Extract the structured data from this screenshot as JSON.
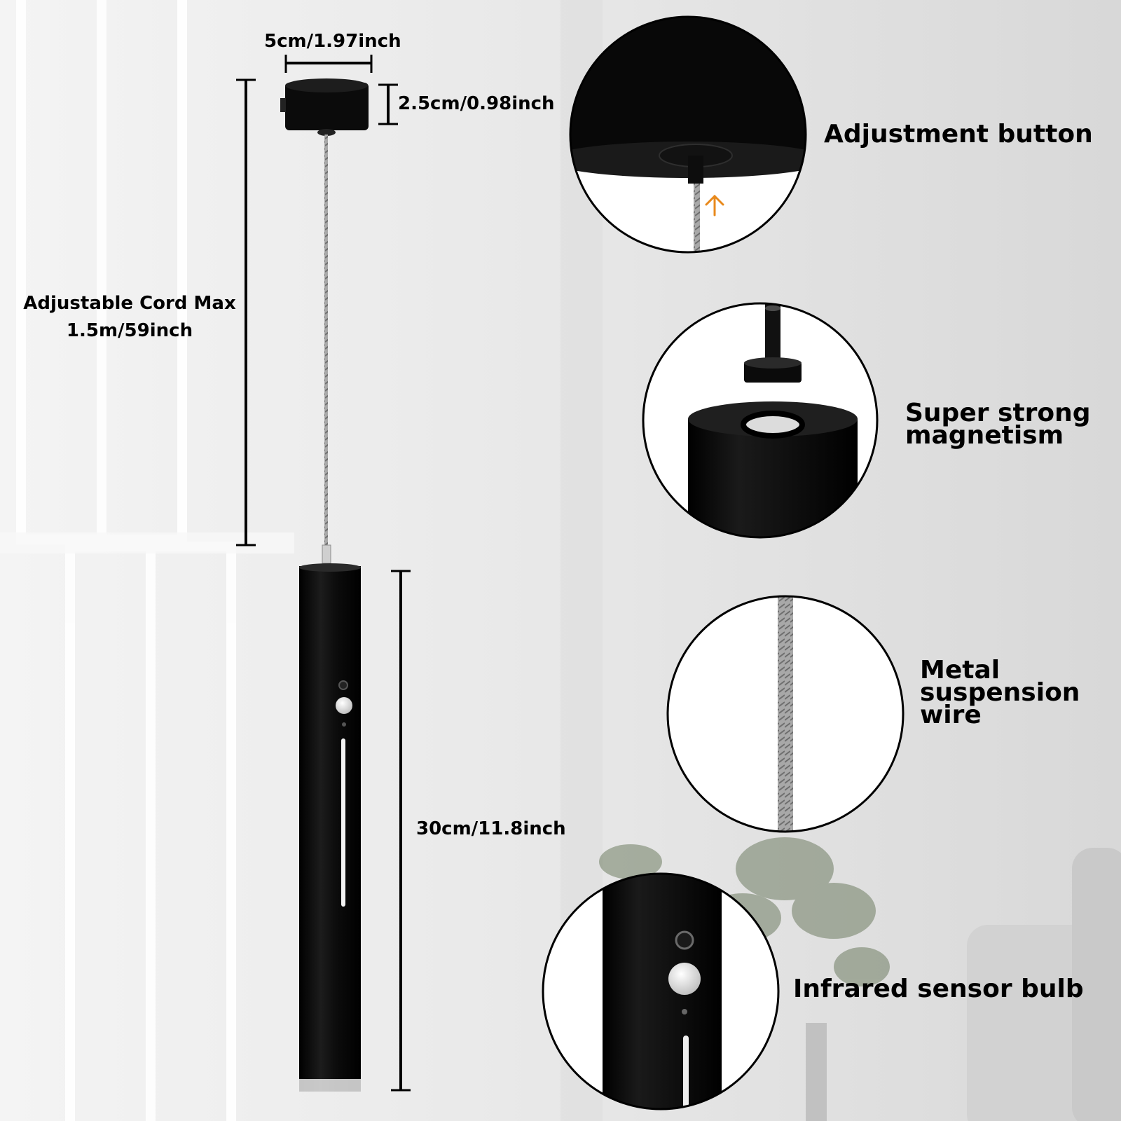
{
  "dimensions": {
    "base_width": "5cm/1.97inch",
    "base_height": "2.5cm/0.98inch",
    "cord_line1": "Adjustable Cord Max",
    "cord_line2": "1.5m/59inch",
    "lamp_length": "30cm/11.8inch"
  },
  "features": {
    "adjustment_button": "Adjustment button",
    "magnetism_line1": "Super strong",
    "magnetism_line2": "magnetism",
    "wire_line1": "Metal",
    "wire_line2": "suspension",
    "wire_line3": "wire",
    "sensor": "Infrared sensor bulb"
  },
  "icons": {
    "arrow": "up-arrow-icon"
  },
  "colors": {
    "lamp_body": "#0d0d0d",
    "accent_arrow": "#e8891c",
    "background": "#e4e4e4",
    "text": "#000000"
  }
}
